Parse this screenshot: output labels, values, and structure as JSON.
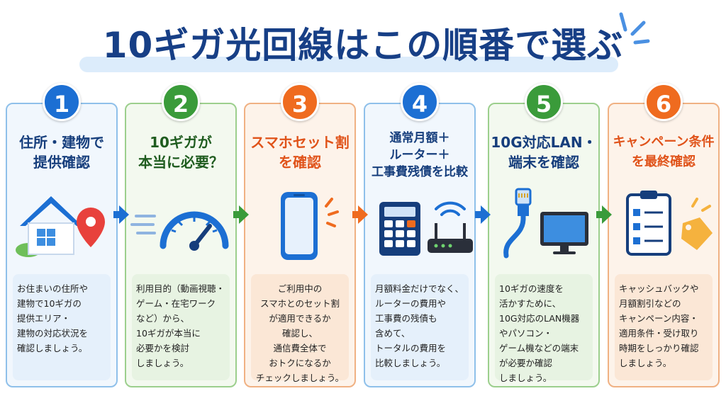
{
  "title": "10ギガ光回線はこの順番で選ぶ",
  "colors": {
    "navy": "#173f86",
    "blue": "#1c6fd3",
    "green": "#3a9b3a",
    "orange": "#ef6b1f"
  },
  "steps": [
    {
      "number": "1",
      "title_lines": [
        "住所・建物で",
        "提供確認"
      ],
      "icon": "house-location-icon",
      "desc_lines": [
        "お住まいの住所や",
        "建物で10ギガの",
        "提供エリア・",
        "建物の対応状況を",
        "確認しましょう。"
      ]
    },
    {
      "number": "2",
      "title_lines": [
        "10ギガが",
        "本当に必要？"
      ],
      "icon": "speedometer-icon",
      "desc_lines": [
        "利用目的（動画視聴・",
        "ゲーム・在宅ワーク",
        "など）から、",
        "10ギガが本当に",
        "必要かを検討",
        "しましょう。"
      ]
    },
    {
      "number": "3",
      "title_lines": [
        "スマホセット割",
        "を確認"
      ],
      "icon": "smartphone-icon",
      "desc_lines": [
        "ご利用中の",
        "スマホとのセット割",
        "が適用できるか",
        "確認し、",
        "通信費全体で",
        "おトクになるか",
        "チェックしましょう。"
      ]
    },
    {
      "number": "4",
      "title_lines": [
        "通常月額＋",
        "ルーター＋",
        "工事費残債を比較"
      ],
      "icon": "calculator-router-icon",
      "desc_lines": [
        "月額料金だけでなく、",
        "ルーターの費用や",
        "工事費の残債も",
        "含めて、",
        "トータルの費用を",
        "比較しましょう。"
      ]
    },
    {
      "number": "5",
      "title_lines": [
        "10G対応LAN・",
        "端末を確認"
      ],
      "icon": "lan-cable-monitor-icon",
      "desc_lines": [
        "10ギガの速度を",
        "活かすために、",
        "10G対応のLAN機器",
        "やパソコン・",
        "ゲーム機などの端末",
        "が必要か確認",
        "しましょう。"
      ]
    },
    {
      "number": "6",
      "title_lines": [
        "キャンペーン条件",
        "を最終確認"
      ],
      "icon": "checklist-tag-icon",
      "desc_lines": [
        "キャッシュバックや",
        "月額割引などの",
        "キャンペーン内容・",
        "適用条件・受け取り",
        "時期をしっかり確認",
        "しましょう。"
      ]
    }
  ]
}
